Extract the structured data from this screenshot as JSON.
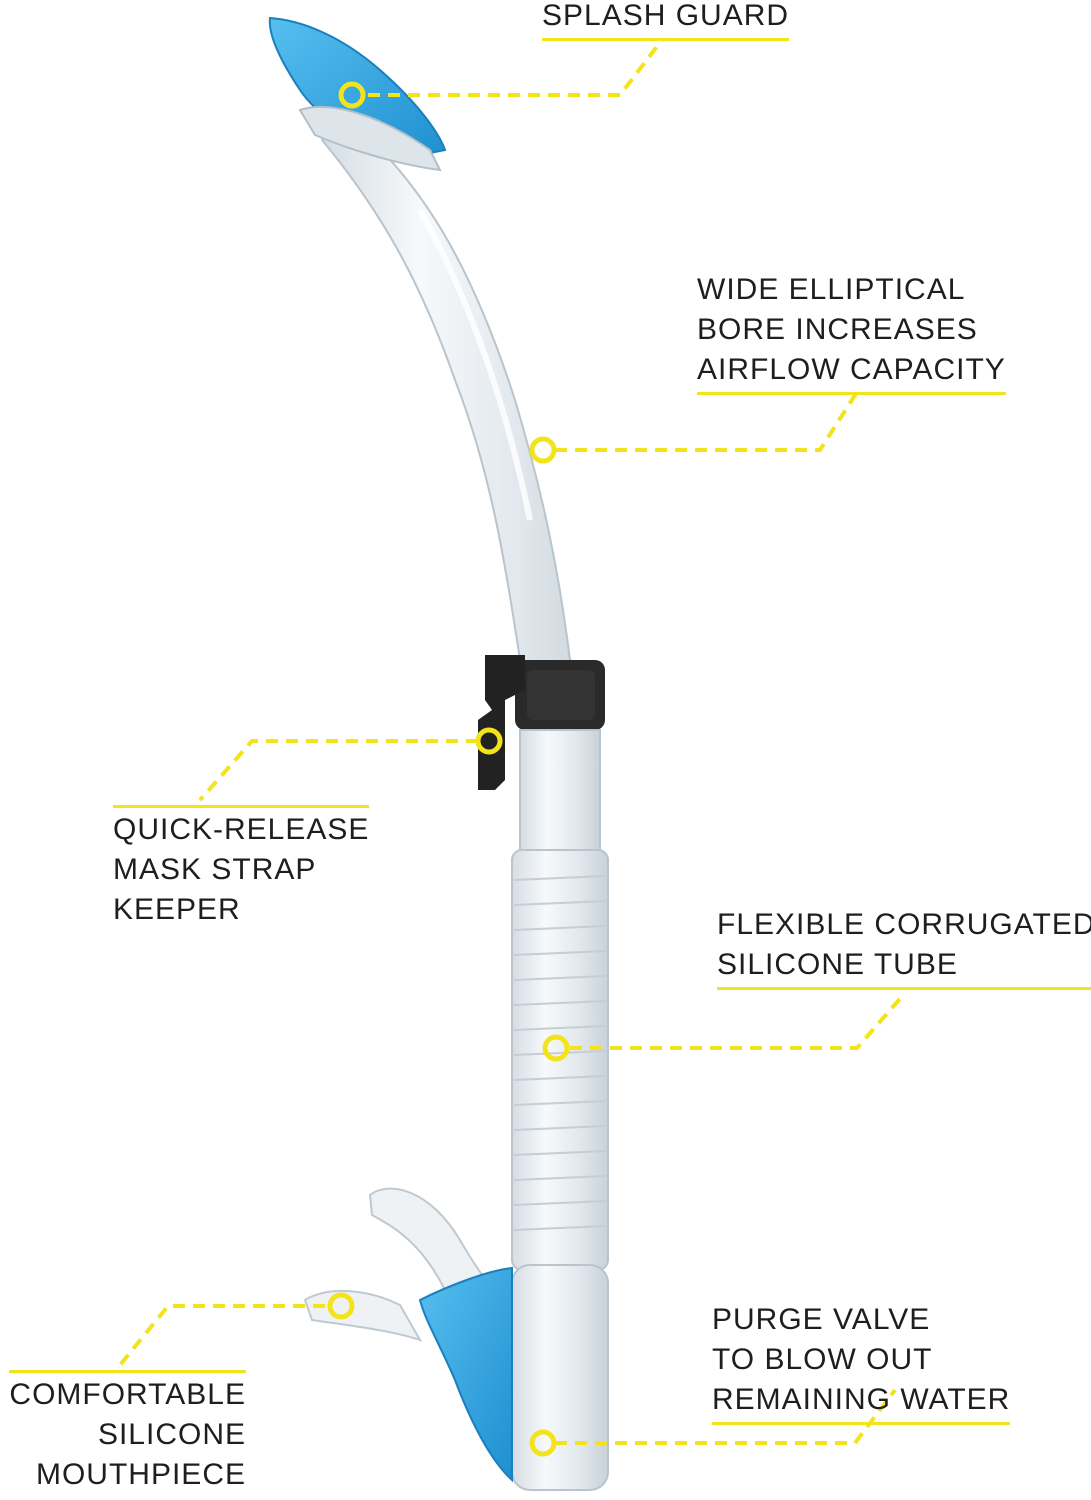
{
  "colors": {
    "callout": "#f2e31a",
    "text": "#1e1e1e",
    "accent_blue": "#2fa3df",
    "clear_tube": "#e9eef2",
    "clip": "#222222"
  },
  "labels": {
    "splash_guard": {
      "lines": [
        "SPLASH GUARD"
      ]
    },
    "bore": {
      "lines": [
        "WIDE ELLIPTICAL",
        "BORE INCREASES",
        "AIRFLOW CAPACITY"
      ]
    },
    "keeper": {
      "lines": [
        "QUICK-RELEASE",
        "MASK STRAP",
        "KEEPER"
      ]
    },
    "tube": {
      "lines": [
        "FLEXIBLE CORRUGATED",
        "SILICONE TUBE"
      ]
    },
    "purge": {
      "lines": [
        "PURGE VALVE",
        "TO BLOW OUT",
        "REMAINING WATER"
      ]
    },
    "mouthpiece": {
      "lines": [
        "COMFORTABLE",
        "SILICONE",
        "MOUTHPIECE"
      ]
    }
  }
}
